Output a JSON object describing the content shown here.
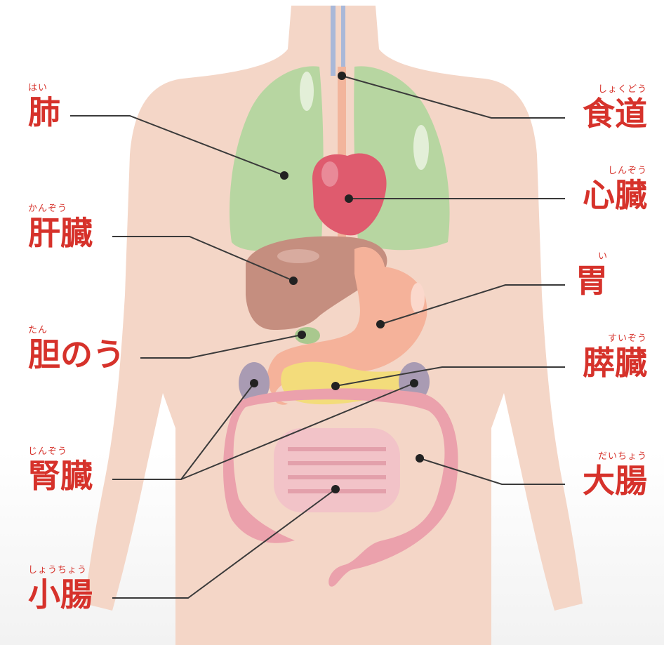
{
  "colors": {
    "label_red": "#d6322b",
    "skin": "#f4d6c7",
    "lung": "#b7d6a1",
    "heart": "#df5b6e",
    "liver": "#c58e7f",
    "stomach": "#f5b29a",
    "pancreas": "#f3dc7b",
    "kidney": "#a99bb3",
    "intestine": "#eba1ac",
    "leader_line": "#3a3a3a"
  },
  "labels": {
    "lung": {
      "ruby": "はい",
      "text": "肺"
    },
    "esophagus": {
      "ruby": "しょくどう",
      "text": "食道"
    },
    "heart": {
      "ruby": "しんぞう",
      "text": "心臓"
    },
    "liver": {
      "ruby": "かんぞう",
      "text": "肝臓"
    },
    "stomach": {
      "ruby": "い",
      "text": "胃"
    },
    "gallbladder": {
      "ruby": "たん",
      "text": "胆のう"
    },
    "pancreas": {
      "ruby": "すいぞう",
      "text": "膵臓"
    },
    "kidney": {
      "ruby": "じんぞう",
      "text": "腎臓"
    },
    "large_intestine": {
      "ruby": "だいちょう",
      "text": "大腸"
    },
    "small_intestine": {
      "ruby": "しょうちょう",
      "text": "小腸"
    }
  }
}
